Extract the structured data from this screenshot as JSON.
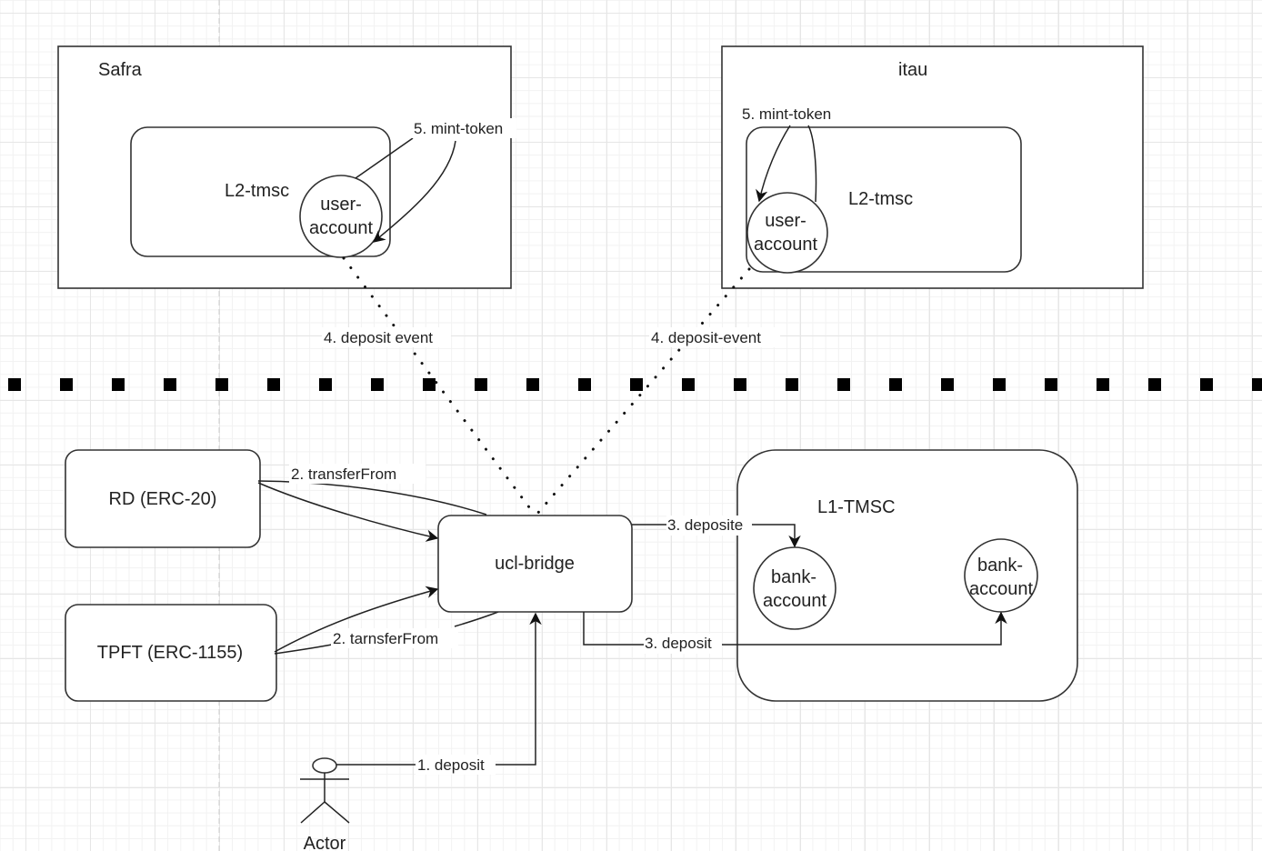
{
  "diagram": {
    "containers": {
      "safra": "Safra",
      "itau": "itau",
      "l1": "L1-TMSC"
    },
    "nodes": {
      "safra_l2": "L2-tmsc",
      "itau_l2": "L2-tmsc",
      "safra_user_account_1": "user-",
      "safra_user_account_2": "account",
      "itau_user_account_1": "user-",
      "itau_user_account_2": "account",
      "rd": "RD (ERC-20)",
      "tpft": "TPFT (ERC-1155)",
      "bridge": "ucl-bridge",
      "bank_account_a_1": "bank-",
      "bank_account_a_2": "account",
      "bank_account_b_1": "bank-",
      "bank_account_b_2": "account",
      "actor": "Actor"
    },
    "edges": {
      "mint_safra": "5. mint-token",
      "mint_itau": "5. mint-token",
      "deposit_event_safra": "4. deposit event",
      "deposit_event_itau": "4. deposit-event",
      "transfer_rd": "2. transferFrom",
      "transfer_tpft": "2. tarnsferFrom",
      "deposite_a": "3. deposite",
      "deposit_b": "3. deposit",
      "deposit_actor": "1. deposit"
    }
  }
}
